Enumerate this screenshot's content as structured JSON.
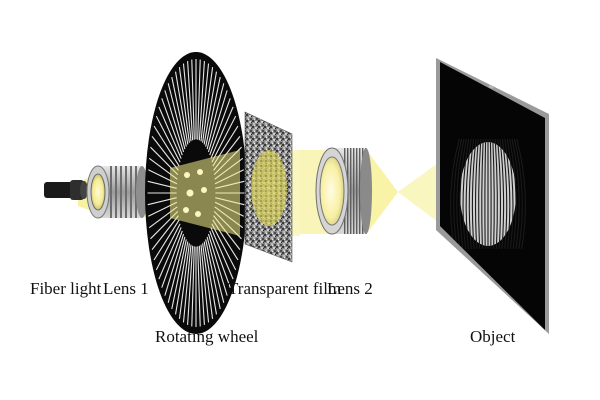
{
  "labels": {
    "fiber_light": "Fiber light",
    "lens1": "Lens 1",
    "transparent_film": "Transparent film",
    "lens2": "Lens 2",
    "rotating_wheel": "Rotating wheel",
    "object": "Object"
  },
  "colors": {
    "beam": "#f5ef8a",
    "beam_core": "#fbf7c2",
    "wheel": "#0a0a0a",
    "screen": "#050505",
    "lens_metal": "#b8b8b8",
    "lens_glass": "#fff7b0",
    "label_text": "#111111"
  }
}
